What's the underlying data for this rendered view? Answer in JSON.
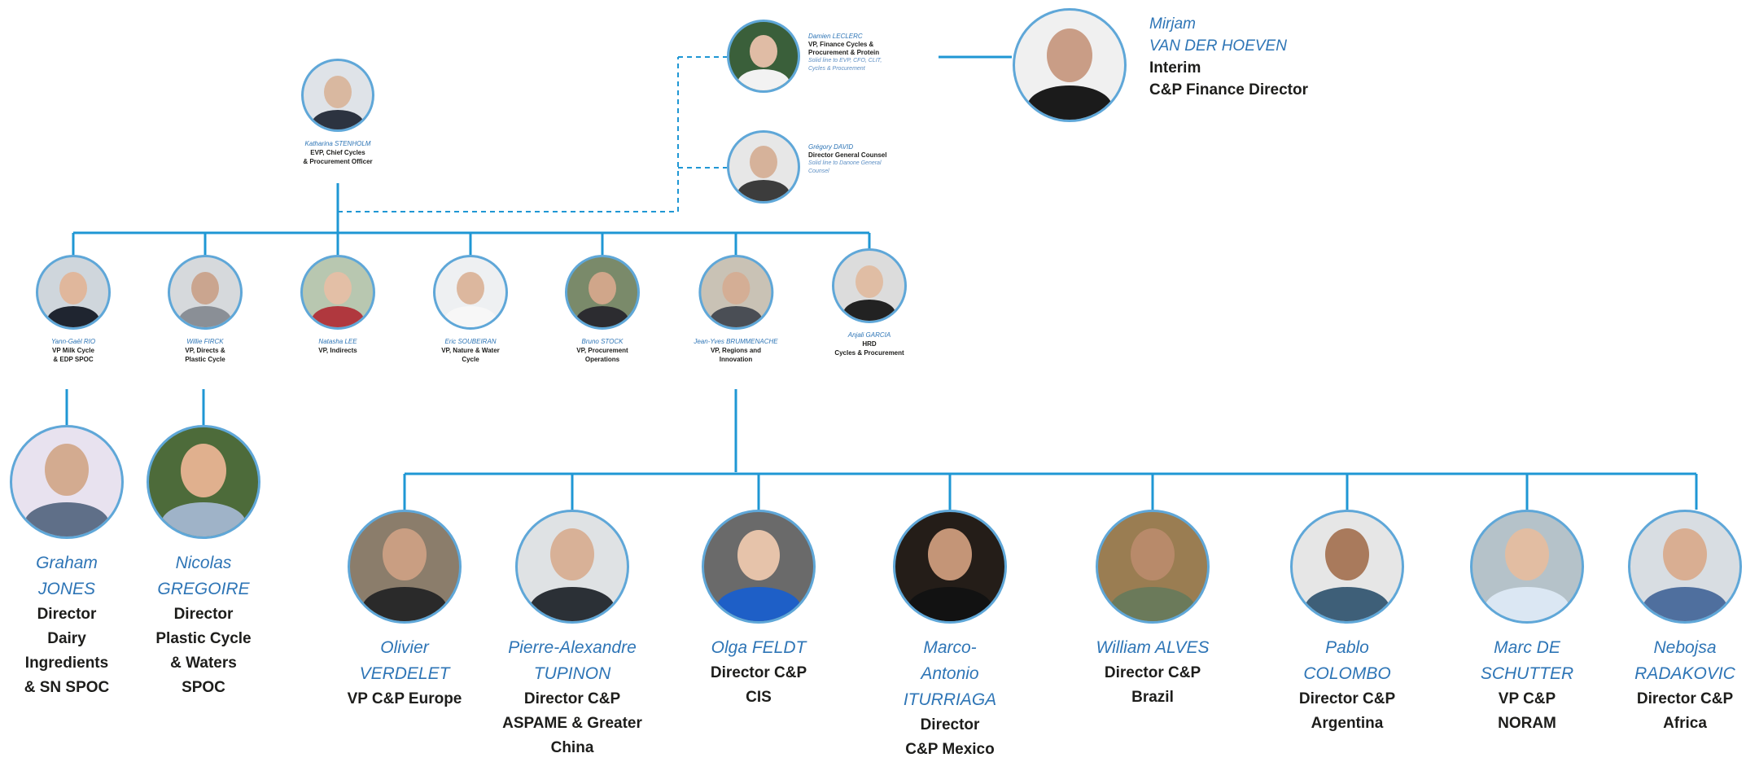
{
  "colors": {
    "line": "#1f97d4",
    "dash": "#1f97d4",
    "name": "#2e75b6",
    "role": "#1d1d1b"
  },
  "katharina": {
    "name": "Katharina STENHOLM",
    "role1": "EVP, Chief Cycles",
    "role2": "& Procurement Officer"
  },
  "damien": {
    "name": "Damien LECLERC",
    "role1": "VP, Finance Cycles &",
    "role2": "Procurement & Protein",
    "note1": "Solid line to EVP, CFO, CLIT,",
    "note2": "Cycles & Procurement"
  },
  "gregory": {
    "name": "Grégory DAVID",
    "role1": "Director General Counsel",
    "note1": "Solid line to Danone General",
    "note2": "Counsel"
  },
  "mirjam": {
    "name1": "Mirjam",
    "name2": "VAN DER HOEVEN",
    "role1": "Interim",
    "role2": "C&P Finance Director"
  },
  "vps": [
    {
      "name": "Yann-Gaël RIO",
      "role1": "VP Milk Cycle",
      "role2": "& EDP SPOC"
    },
    {
      "name": "Willie FIRCK",
      "role1": "VP, Directs &",
      "role2": "Plastic Cycle"
    },
    {
      "name": "Natasha LEE",
      "role1": "VP, Indirects",
      "role2": ""
    },
    {
      "name": "Eric SOUBEIRAN",
      "role1": "VP, Nature & Water",
      "role2": "Cycle"
    },
    {
      "name": "Bruno STOCK",
      "role1": "VP, Procurement",
      "role2": "Operations"
    },
    {
      "name": "Jean-Yves BRUMMENACHE",
      "role1": "VP, Regions and",
      "role2": "Innovation"
    },
    {
      "name": "Anjali GARCIA",
      "role1": "HRD",
      "role2": "Cycles & Procurement"
    }
  ],
  "graham": {
    "name1": "Graham",
    "name2": "JONES",
    "role1": "Director",
    "role2": "Dairy",
    "role3": "Ingredients",
    "role4": "& SN SPOC"
  },
  "nicolas": {
    "name1": "Nicolas",
    "name2": "GREGOIRE",
    "role1": "Director",
    "role2": "Plastic Cycle",
    "role3": "& Waters",
    "role4": "SPOC"
  },
  "regions": [
    {
      "name1": "Olivier",
      "name2": "VERDELET",
      "name3": "",
      "role1": "VP C&P Europe",
      "role2": "",
      "role3": ""
    },
    {
      "name1": "Pierre-Alexandre",
      "name2": "TUPINON",
      "name3": "",
      "role1": "Director C&P",
      "role2": "ASPAME & Greater",
      "role3": "China"
    },
    {
      "name1": "Olga FELDT",
      "name2": "",
      "name3": "",
      "role1": "Director C&P",
      "role2": "CIS",
      "role3": ""
    },
    {
      "name1": "Marco-",
      "name2": "Antonio",
      "name3": "ITURRIAGA",
      "role1": "Director",
      "role2": "C&P Mexico",
      "role3": ""
    },
    {
      "name1": "William ALVES",
      "name2": "",
      "name3": "",
      "role1": "Director C&P",
      "role2": "Brazil",
      "role3": ""
    },
    {
      "name1": "Pablo",
      "name2": "COLOMBO",
      "name3": "",
      "role1": "Director C&P",
      "role2": "Argentina",
      "role3": ""
    },
    {
      "name1": "Marc DE",
      "name2": "SCHUTTER",
      "name3": "",
      "role1": "VP C&P",
      "role2": "NORAM",
      "role3": ""
    },
    {
      "name1": "Nebojsa",
      "name2": "RADAKOVIC",
      "name3": "",
      "role1": "Director C&P",
      "role2": "Africa",
      "role3": ""
    }
  ]
}
